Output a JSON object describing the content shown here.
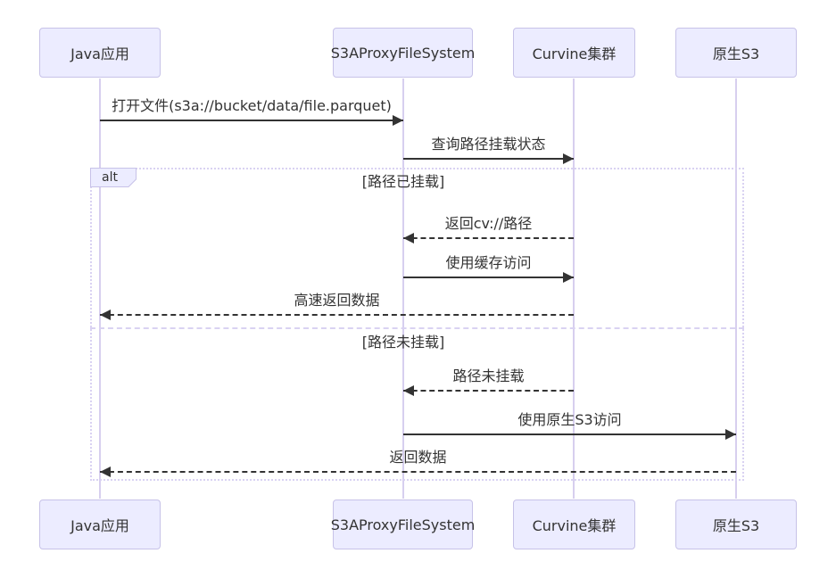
{
  "diagram_type": "sequence",
  "participants": [
    {
      "label": "Java应用"
    },
    {
      "label": "S3AProxyFileSystem"
    },
    {
      "label": "Curvine集群"
    },
    {
      "label": "原生S3"
    }
  ],
  "messages": [
    {
      "label": "打开文件(s3a://bucket/data/file.parquet)",
      "from": "Java应用",
      "to": "S3AProxyFileSystem",
      "line": "solid",
      "direction": "right"
    },
    {
      "label": "查询路径挂载状态",
      "from": "S3AProxyFileSystem",
      "to": "Curvine集群",
      "line": "solid",
      "direction": "right"
    },
    {
      "label": "返回cv://路径",
      "from": "Curvine集群",
      "to": "S3AProxyFileSystem",
      "line": "dashed",
      "direction": "left"
    },
    {
      "label": "使用缓存访问",
      "from": "S3AProxyFileSystem",
      "to": "Curvine集群",
      "line": "solid",
      "direction": "right"
    },
    {
      "label": "高速返回数据",
      "from": "Curvine集群",
      "to": "Java应用",
      "line": "dashed",
      "direction": "left"
    },
    {
      "label": "路径未挂载",
      "from": "Curvine集群",
      "to": "S3AProxyFileSystem",
      "line": "dashed",
      "direction": "left"
    },
    {
      "label": "使用原生S3访问",
      "from": "S3AProxyFileSystem",
      "to": "原生S3",
      "line": "solid",
      "direction": "right"
    },
    {
      "label": "返回数据",
      "from": "原生S3",
      "to": "Java应用",
      "line": "dashed",
      "direction": "left"
    }
  ],
  "alt_block": {
    "label": "alt",
    "conditions": [
      "[路径已挂载]",
      "[路径未挂载]"
    ]
  },
  "colors": {
    "actor_fill": "#ECECFF",
    "actor_border": "#c7c2e8",
    "lifeline": "#d7cfef",
    "frame_border": "#d9d2f2",
    "arrow": "#333333",
    "text": "#333333"
  }
}
